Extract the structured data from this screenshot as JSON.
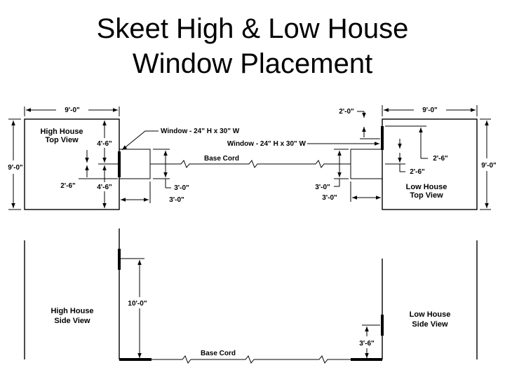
{
  "title": {
    "line1": "Skeet High & Low House",
    "line2": "Window Placement"
  },
  "top_view": {
    "high_house_label_1": "High House",
    "high_house_label_2": "Top View",
    "low_house_label_1": "Low House",
    "low_house_label_2": "Top View",
    "high_width": "9'-0\"",
    "high_depth": "9'-0\"",
    "low_width": "9'-0\"",
    "low_depth": "9'-0\"",
    "high_upper": "4'-6\"",
    "high_lower": "4'-6\"",
    "high_window_offset": "2'-6\"",
    "high_window_h": "3'-0\"",
    "high_window_w": "3'-0\"",
    "low_offset_top": "2'-0\"",
    "low_window_offset_1": "2'-6\"",
    "low_window_offset_2": "2'-6\"",
    "low_window_h": "3'-0\"",
    "low_window_w": "3'-0\"",
    "window_note_high": "Window - 24\" H x 30\" W",
    "window_note_low": "Window - 24\" H x 30\" W",
    "base_cord": "Base Cord"
  },
  "side_view": {
    "high_house_label_1": "High House",
    "high_house_label_2": "Side View",
    "low_house_label_1": "Low House",
    "low_house_label_2": "Side View",
    "high_window_height": "10'-0\"",
    "low_window_height": "3'-6\"",
    "base_cord": "Base Cord"
  }
}
